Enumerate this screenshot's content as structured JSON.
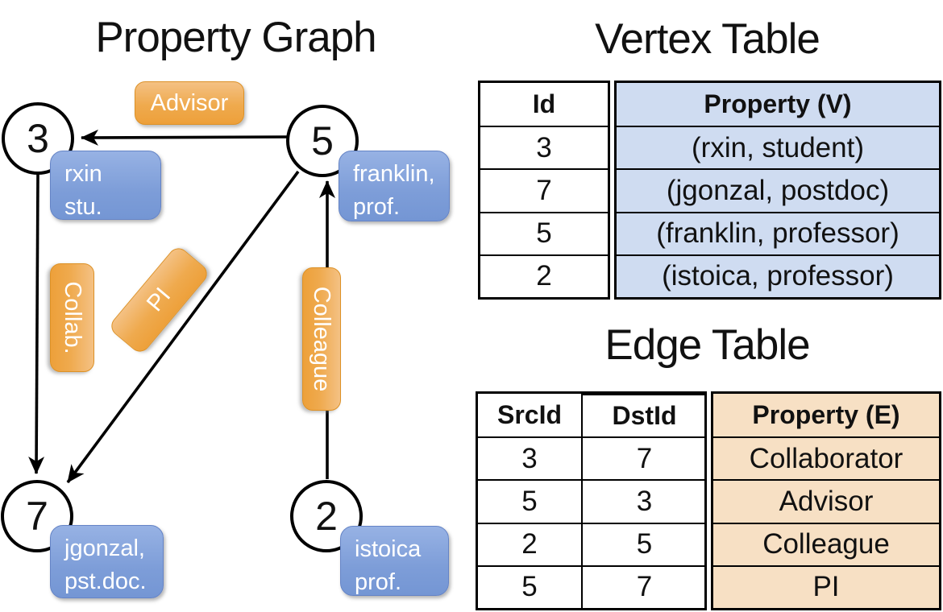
{
  "graph": {
    "title": "Property Graph",
    "nodes": [
      {
        "id": "3",
        "property": [
          "rxin",
          "stu."
        ]
      },
      {
        "id": "5",
        "property": [
          "franklin,",
          "prof."
        ]
      },
      {
        "id": "7",
        "property": [
          "jgonzal,",
          "pst.doc."
        ]
      },
      {
        "id": "2",
        "property": [
          "istoica",
          "prof."
        ]
      }
    ],
    "edge_labels": {
      "advisor": "Advisor",
      "collab": "Collab.",
      "pi": "PI",
      "colleague": "Colleague"
    },
    "edges": [
      {
        "from": "5",
        "to": "3",
        "label": "Advisor"
      },
      {
        "from": "3",
        "to": "7",
        "label": "Collab."
      },
      {
        "from": "5",
        "to": "7",
        "label": "PI"
      },
      {
        "from": "2",
        "to": "5",
        "label": "Colleague"
      }
    ]
  },
  "vertex_table": {
    "title": "Vertex Table",
    "headers": {
      "id": "Id",
      "property": "Property (V)"
    },
    "rows": [
      {
        "id": "3",
        "property": "(rxin, student)"
      },
      {
        "id": "7",
        "property": "(jgonzal, postdoc)"
      },
      {
        "id": "5",
        "property": "(franklin, professor)"
      },
      {
        "id": "2",
        "property": "(istoica, professor)"
      }
    ]
  },
  "edge_table": {
    "title": "Edge Table",
    "headers": {
      "src": "SrcId",
      "dst": "DstId",
      "property": "Property (E)"
    },
    "rows": [
      {
        "src": "3",
        "dst": "7",
        "property": "Collaborator"
      },
      {
        "src": "5",
        "dst": "3",
        "property": "Advisor"
      },
      {
        "src": "2",
        "dst": "5",
        "property": "Colleague"
      },
      {
        "src": "5",
        "dst": "7",
        "property": "PI"
      }
    ]
  },
  "colors": {
    "edge_label_orange": "#EFA94A",
    "vertex_box_blue": "#7D9DD8",
    "vertex_table_fill": "#CFDCF1",
    "edge_table_fill": "#F7E0C4",
    "line_black": "#000000"
  }
}
